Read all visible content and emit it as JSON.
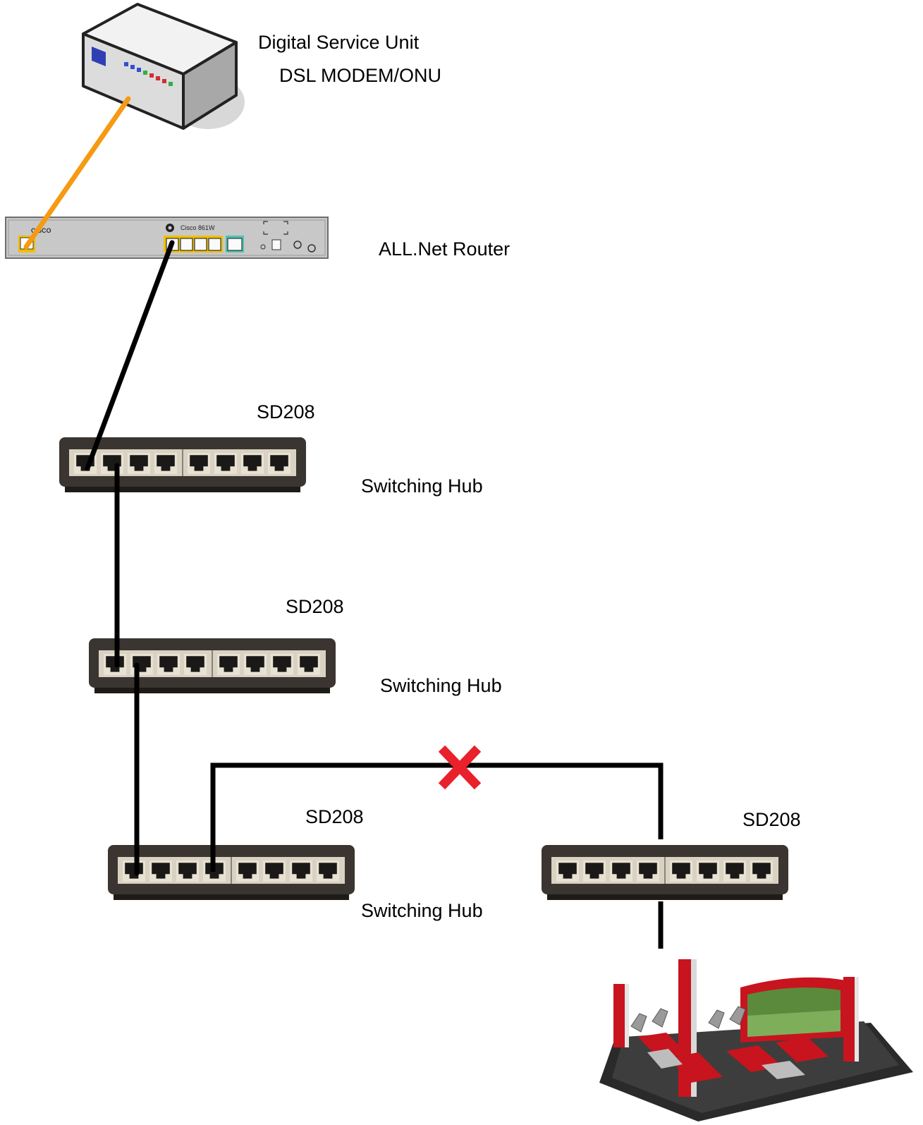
{
  "labels": {
    "dsu_line1": "Digital Service Unit",
    "dsu_line2": "DSL MODEM/ONU",
    "router": "ALL.Net Router",
    "router_brand": "CISCO",
    "router_model": "Cisco 861W",
    "hub1_model": "SD208",
    "hub1_type": "Switching Hub",
    "hub2_model": "SD208",
    "hub2_type": "Switching Hub",
    "hub3_model": "SD208",
    "hub3_type": "Switching Hub",
    "hub4_model": "SD208"
  },
  "colors": {
    "wan_cable": "#f59a12",
    "lan_cable": "#000000",
    "blocked_mark": "#e8212b",
    "hub_body": "#3a3530",
    "hub_panel": "#d9d2c2",
    "router_body": "#c8c8c8",
    "cabinet_red": "#c8141e"
  },
  "links": [
    {
      "from": "dsl-modem",
      "to": "router",
      "type": "wan_cable"
    },
    {
      "from": "router",
      "to": "hub-1",
      "type": "lan_cable"
    },
    {
      "from": "hub-1",
      "to": "hub-2",
      "type": "lan_cable"
    },
    {
      "from": "hub-2",
      "to": "hub-3",
      "type": "lan_cable"
    },
    {
      "from": "hub-3",
      "to": "hub-4",
      "type": "lan_cable",
      "blocked": true
    },
    {
      "from": "hub-4",
      "to": "arcade-cabinet",
      "type": "lan_cable"
    }
  ]
}
